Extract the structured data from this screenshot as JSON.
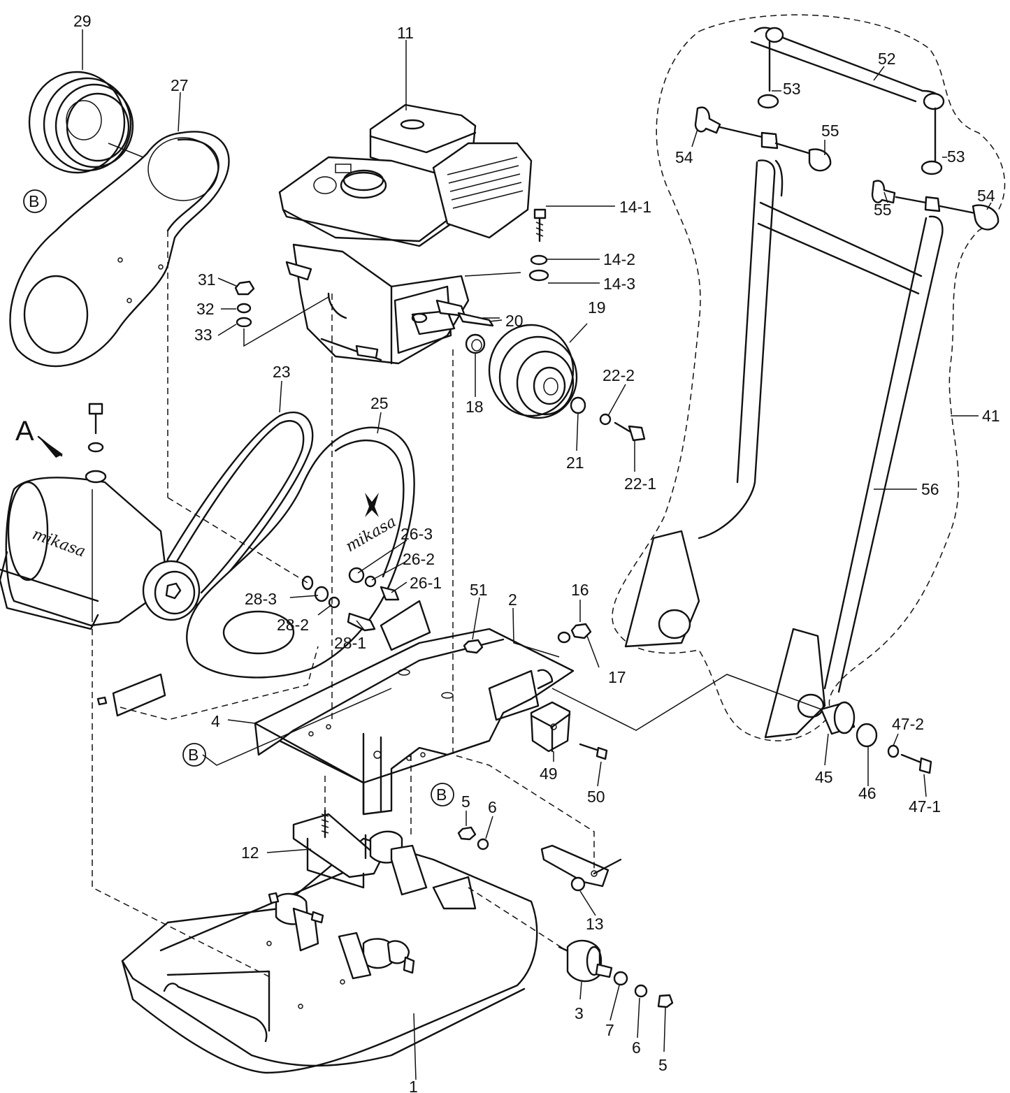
{
  "view_marker": "A",
  "ref_marker": "B",
  "brand_text": "mikasa",
  "parts": [
    {
      "id": "p29",
      "label": "29"
    },
    {
      "id": "p27",
      "label": "27"
    },
    {
      "id": "p11",
      "label": "11"
    },
    {
      "id": "p52",
      "label": "52"
    },
    {
      "id": "p53a",
      "label": "53"
    },
    {
      "id": "p53b",
      "label": "53"
    },
    {
      "id": "p54a",
      "label": "54"
    },
    {
      "id": "p54b",
      "label": "54"
    },
    {
      "id": "p55a",
      "label": "55"
    },
    {
      "id": "p55b",
      "label": "55"
    },
    {
      "id": "p14_1",
      "label": "14-1"
    },
    {
      "id": "p14_2",
      "label": "14-2"
    },
    {
      "id": "p14_3",
      "label": "14-3"
    },
    {
      "id": "p31",
      "label": "31"
    },
    {
      "id": "p32",
      "label": "32"
    },
    {
      "id": "p33",
      "label": "33"
    },
    {
      "id": "p20",
      "label": "20"
    },
    {
      "id": "p19",
      "label": "19"
    },
    {
      "id": "p18",
      "label": "18"
    },
    {
      "id": "p22_2",
      "label": "22-2"
    },
    {
      "id": "p21",
      "label": "21"
    },
    {
      "id": "p22_1",
      "label": "22-1"
    },
    {
      "id": "p23",
      "label": "23"
    },
    {
      "id": "p25",
      "label": "25"
    },
    {
      "id": "p41",
      "label": "41"
    },
    {
      "id": "p56",
      "label": "56"
    },
    {
      "id": "p26_3",
      "label": "26-3"
    },
    {
      "id": "p26_2",
      "label": "26-2"
    },
    {
      "id": "p26_1",
      "label": "26-1"
    },
    {
      "id": "p28_3",
      "label": "28-3"
    },
    {
      "id": "p28_2",
      "label": "28-2"
    },
    {
      "id": "p28_1",
      "label": "28-1"
    },
    {
      "id": "p51",
      "label": "51"
    },
    {
      "id": "p2",
      "label": "2"
    },
    {
      "id": "p16",
      "label": "16"
    },
    {
      "id": "p17",
      "label": "17"
    },
    {
      "id": "p4",
      "label": "4"
    },
    {
      "id": "p49",
      "label": "49"
    },
    {
      "id": "p50",
      "label": "50"
    },
    {
      "id": "p45",
      "label": "45"
    },
    {
      "id": "p46",
      "label": "46"
    },
    {
      "id": "p47_2",
      "label": "47-2"
    },
    {
      "id": "p47_1",
      "label": "47-1"
    },
    {
      "id": "p5a",
      "label": "5"
    },
    {
      "id": "p6a",
      "label": "6"
    },
    {
      "id": "p12",
      "label": "12"
    },
    {
      "id": "p13",
      "label": "13"
    },
    {
      "id": "p3",
      "label": "3"
    },
    {
      "id": "p7",
      "label": "7"
    },
    {
      "id": "p6b",
      "label": "6"
    },
    {
      "id": "p5b",
      "label": "5"
    },
    {
      "id": "p1",
      "label": "1"
    }
  ]
}
